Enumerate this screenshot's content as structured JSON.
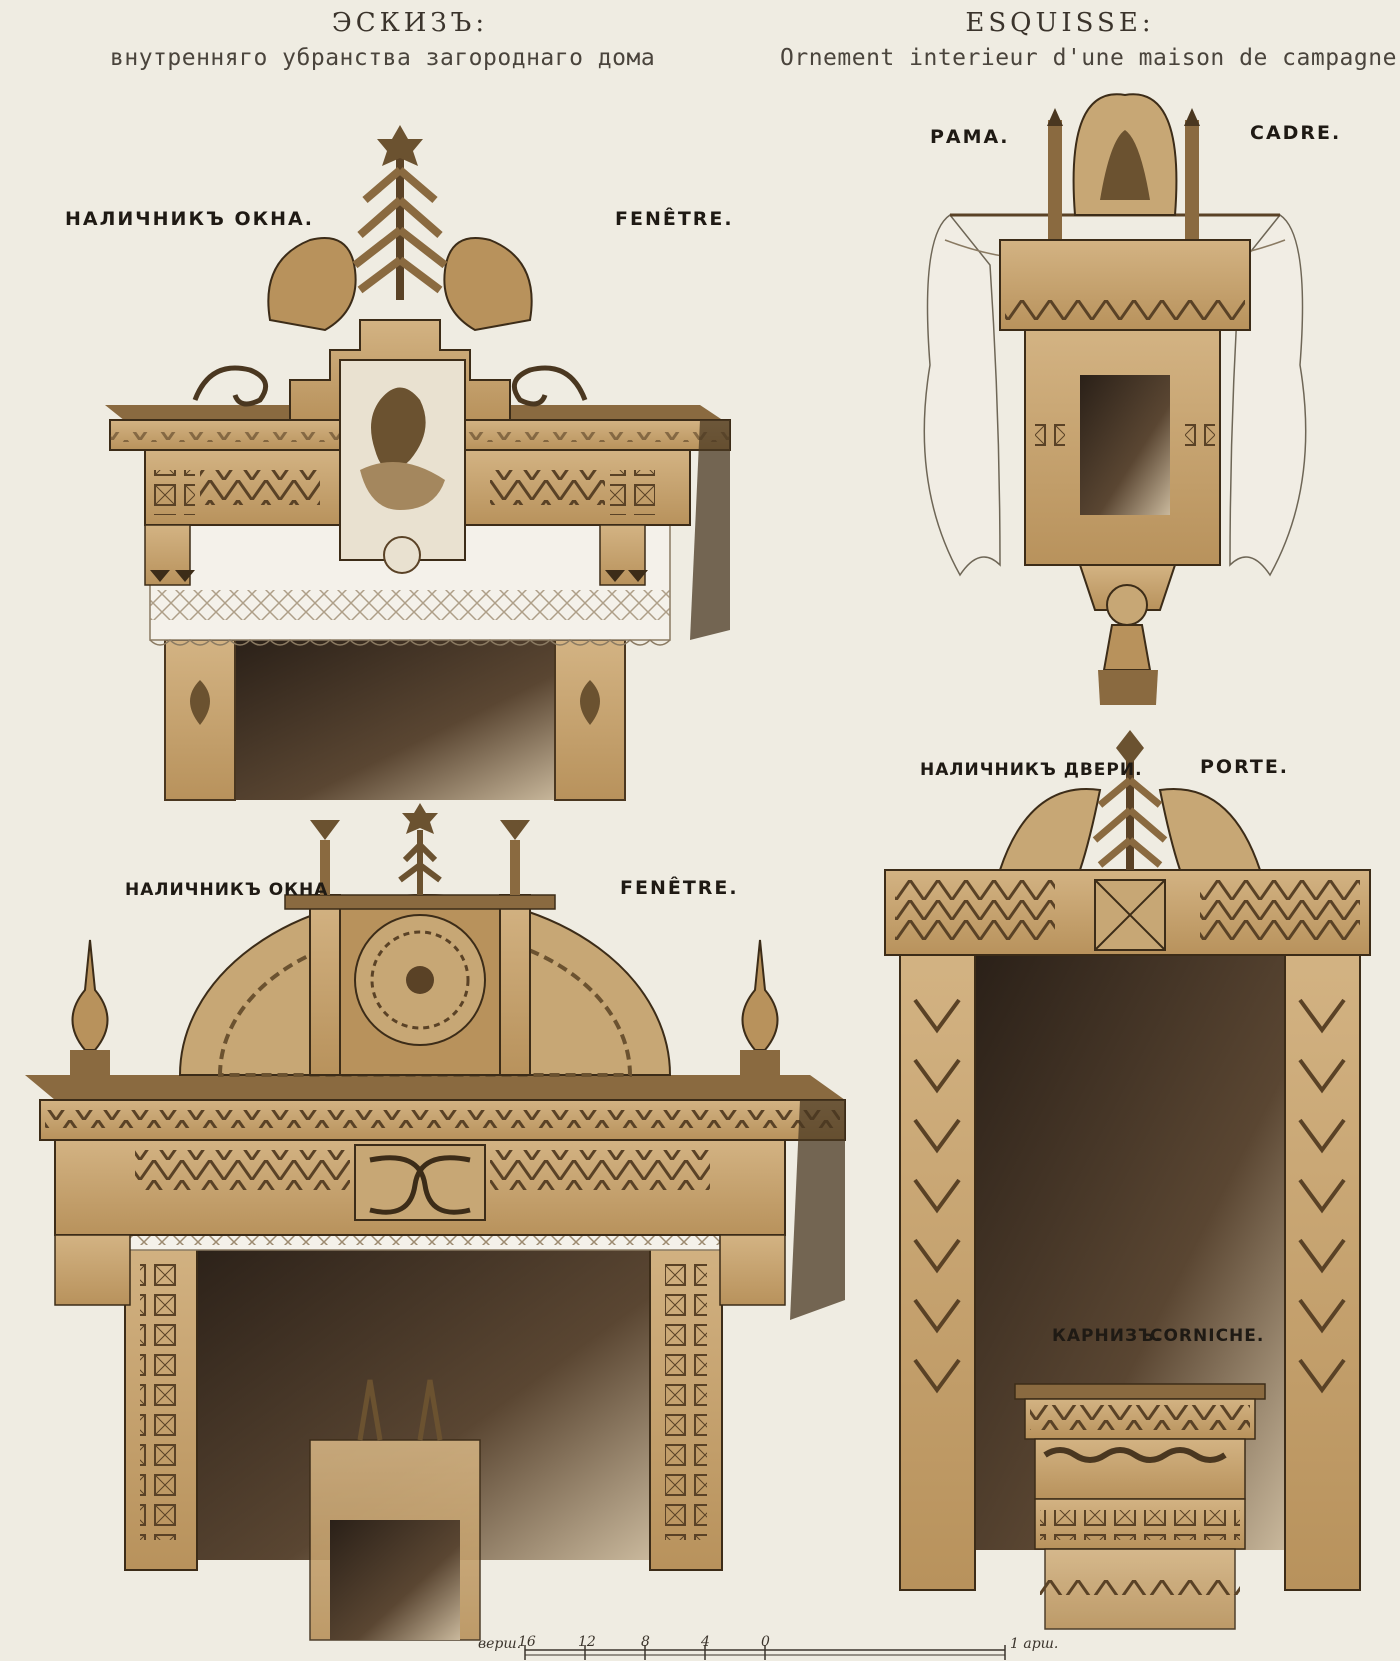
{
  "header": {
    "ru_title": "ЭСКИЗЪ:",
    "ru_subtitle": "внутренняго убранства загороднаго дома",
    "fr_title": "ESQUISSE:",
    "fr_subtitle": "Ornement interieur d'une maison de campagne"
  },
  "labels": {
    "window1_ru": "НАЛИЧНИКЪ ОКНА.",
    "window1_fr": "FENÊTRE.",
    "frame_ru": "РАМА.",
    "frame_fr": "CADRE.",
    "window2_ru": "НАЛИЧНИКЪ ОКНА",
    "window2_fr": "FENÊTRE.",
    "door_ru": "НАЛИЧНИКЪ ДВЕРИ.",
    "door_fr": "PORTE.",
    "cornice_ru": "КАРНИЗЪ.",
    "cornice_fr": "CORNICHE."
  },
  "scale": {
    "unit_left": "верш.",
    "ticks": [
      "16",
      "12",
      "8",
      "4",
      "0"
    ],
    "unit_right": "1 арш."
  },
  "colors": {
    "paper": "#efece2",
    "wood": "#c9a877",
    "wood_dark": "#6b5230",
    "shadow": "#2e2418",
    "lace": "#f4f1ea"
  }
}
